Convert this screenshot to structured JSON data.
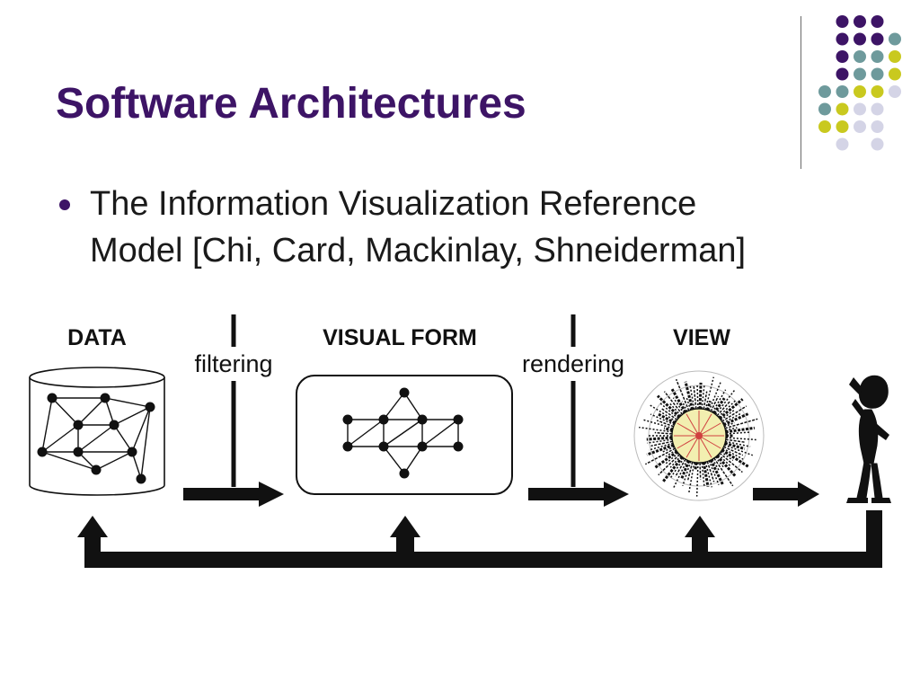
{
  "slide": {
    "title": "Software Architectures",
    "bullet_line_1": "The Information Visualization Reference",
    "bullet_line_2": "Model [Chi, Card, Mackinlay, Shneiderman]"
  },
  "diagram": {
    "stage_data": "DATA",
    "stage_visual_form": "VISUAL FORM",
    "stage_view": "VIEW",
    "process_filtering": "filtering",
    "process_rendering": "rendering"
  },
  "theme": {
    "title_color": "#3d1466",
    "dot_colors": [
      "#3d1466",
      "#6e9a9c",
      "#c9c91f",
      "#d4d4e6"
    ]
  }
}
